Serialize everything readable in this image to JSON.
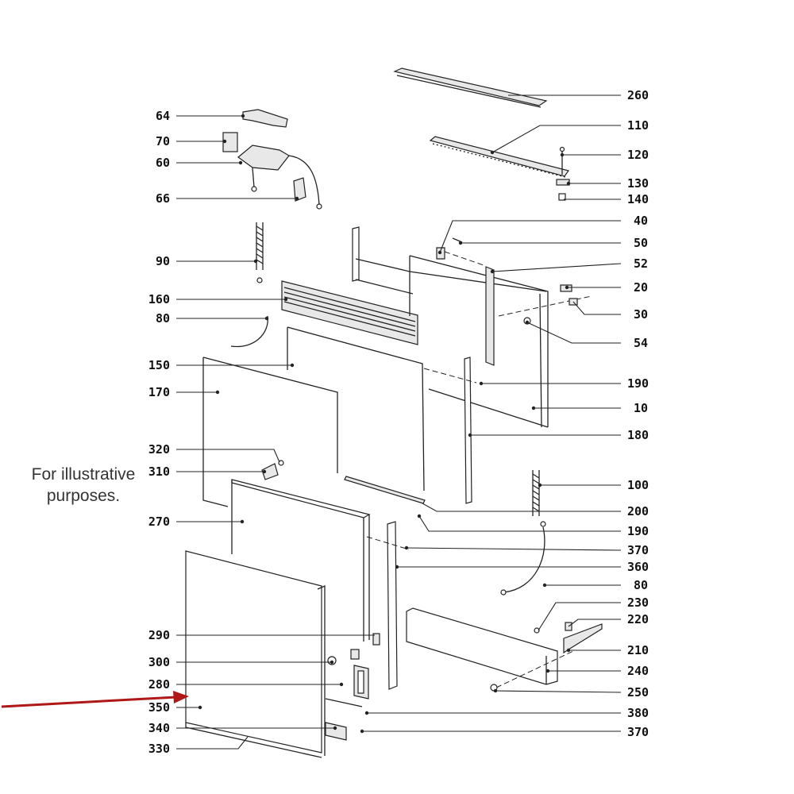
{
  "caption": {
    "line1": "For illustrative",
    "line2": "purposes."
  },
  "colors": {
    "line": "#222222",
    "arrow": "#b01818",
    "label": "#111111"
  },
  "left_labels": [
    "64",
    "70",
    "60",
    "66",
    "90",
    "160",
    "80",
    "150",
    "170",
    "320",
    "310",
    "270",
    "290",
    "300",
    "280",
    "350",
    "340",
    "330"
  ],
  "right_labels": [
    "260",
    "110",
    "120",
    "130",
    "140",
    "40",
    "50",
    "52",
    "20",
    "30",
    "54",
    "190",
    "10",
    "180",
    "100",
    "200",
    "190",
    "370",
    "360",
    "80",
    "230",
    "220",
    "210",
    "240",
    "250",
    "380",
    "370"
  ],
  "highlighted_part": "350"
}
